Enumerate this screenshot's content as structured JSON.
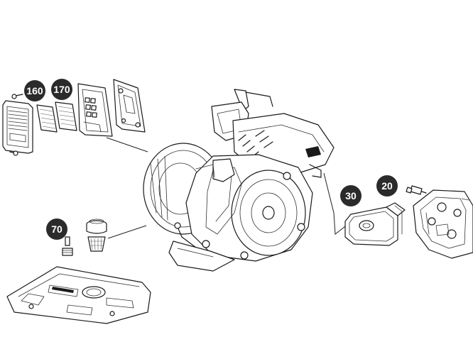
{
  "callouts": [
    {
      "id": "callout-160",
      "label": "160"
    },
    {
      "id": "callout-170",
      "label": "170"
    },
    {
      "id": "callout-70",
      "label": "70"
    },
    {
      "id": "callout-30",
      "label": "30"
    },
    {
      "id": "callout-20",
      "label": "20"
    }
  ],
  "colors": {
    "callout_fill": "#2b2b2b",
    "callout_text": "#ffffff",
    "line": "#1a1a1a",
    "background": "#ffffff"
  }
}
